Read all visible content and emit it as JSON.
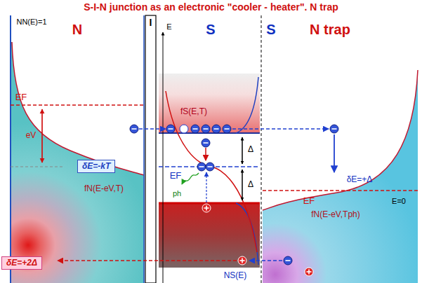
{
  "diagram": {
    "title": "S-I-N junction as an electronic \"cooler - heater\".  N trap",
    "nodes": [
      {
        "text": [
          "N"
        ]
      },
      {
        "text": [
          "I"
        ]
      },
      {
        "text": [
          "S"
        ]
      },
      {
        "text": [
          "N trap"
        ]
      },
      {
        "text": [
          "δE=-kT"
        ],
        "in": 0
      },
      {
        "text": [
          "δE=+2Δ"
        ]
      }
    ],
    "labels": [
      "NN(E)=1",
      "E",
      "S",
      "EF",
      "eV",
      "fN(E-eV,T)",
      "Δ",
      "Δ",
      "EF",
      "fS(E,T)",
      "ph",
      "δE=+Δ",
      "EF",
      "E=0",
      "fN(E-eV,Tph)",
      "NS(E)"
    ]
  }
}
